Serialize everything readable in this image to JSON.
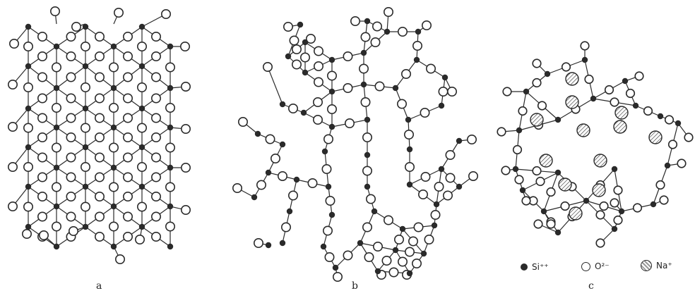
{
  "panels": [
    {
      "label": "a"
    },
    {
      "label": "b"
    },
    {
      "label": "c"
    }
  ],
  "legend": [
    {
      "symbol": "Si4+",
      "text": "Si⁺⁺"
    },
    {
      "symbol": "O2-",
      "text": "O²⁻"
    },
    {
      "symbol": "Na+",
      "text": "Na⁺"
    }
  ],
  "colors": {
    "ink": "#2a2a2a",
    "hatch": "#9a9a9a"
  }
}
